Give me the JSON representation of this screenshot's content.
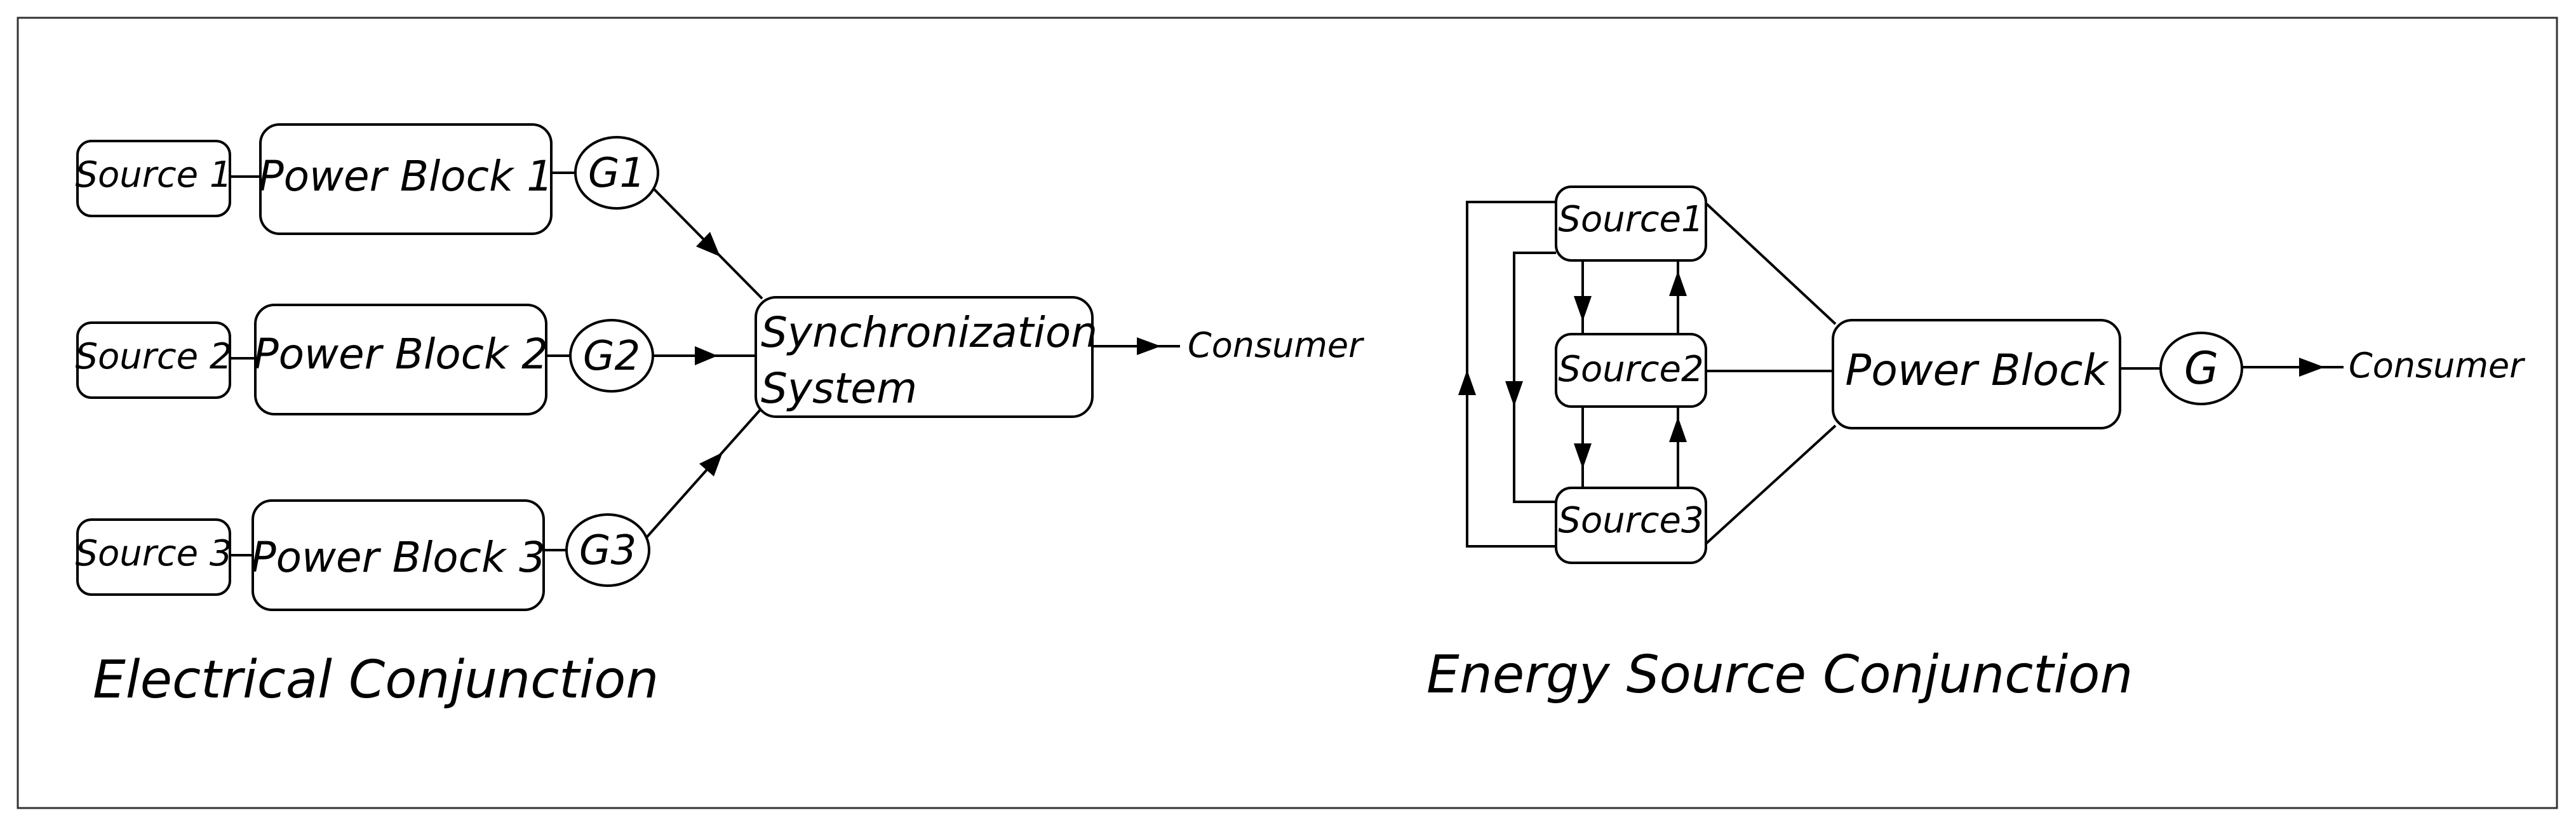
{
  "electrical": {
    "title": "Electrical Conjunction",
    "sources": [
      "Source 1",
      "Source 2",
      "Source 3"
    ],
    "power_blocks": [
      "Power Block 1",
      "Power Block 2",
      "Power Block 3"
    ],
    "generators": [
      "G1",
      "G2",
      "G3"
    ],
    "sync_line1": "Synchronization",
    "sync_line2": "System",
    "consumer": "Consumer"
  },
  "energy_source": {
    "title": "Energy Source Conjunction",
    "sources": [
      "Source1",
      "Source2",
      "Source3"
    ],
    "power_block": "Power Block",
    "generator": "G",
    "consumer": "Consumer"
  }
}
